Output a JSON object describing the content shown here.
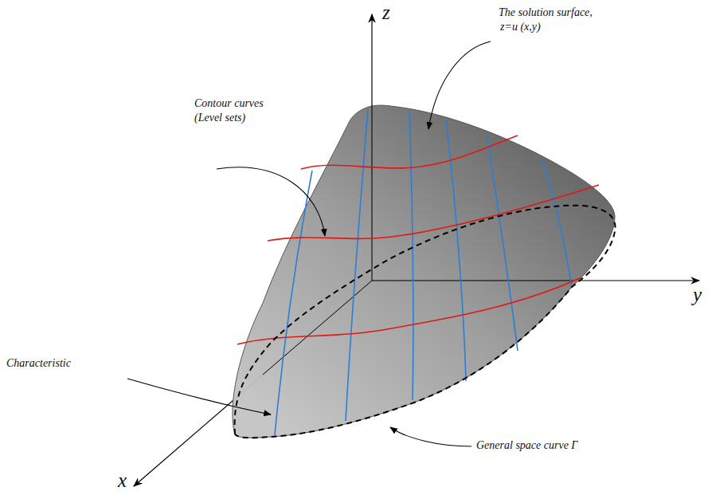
{
  "diagram": {
    "labels": [
      "z",
      "y",
      "x",
      "The solution surface,",
      "z=u (x,y)",
      "Contour curves",
      "(Level sets)",
      "Characteristic",
      "General space curve Γ"
    ]
  }
}
